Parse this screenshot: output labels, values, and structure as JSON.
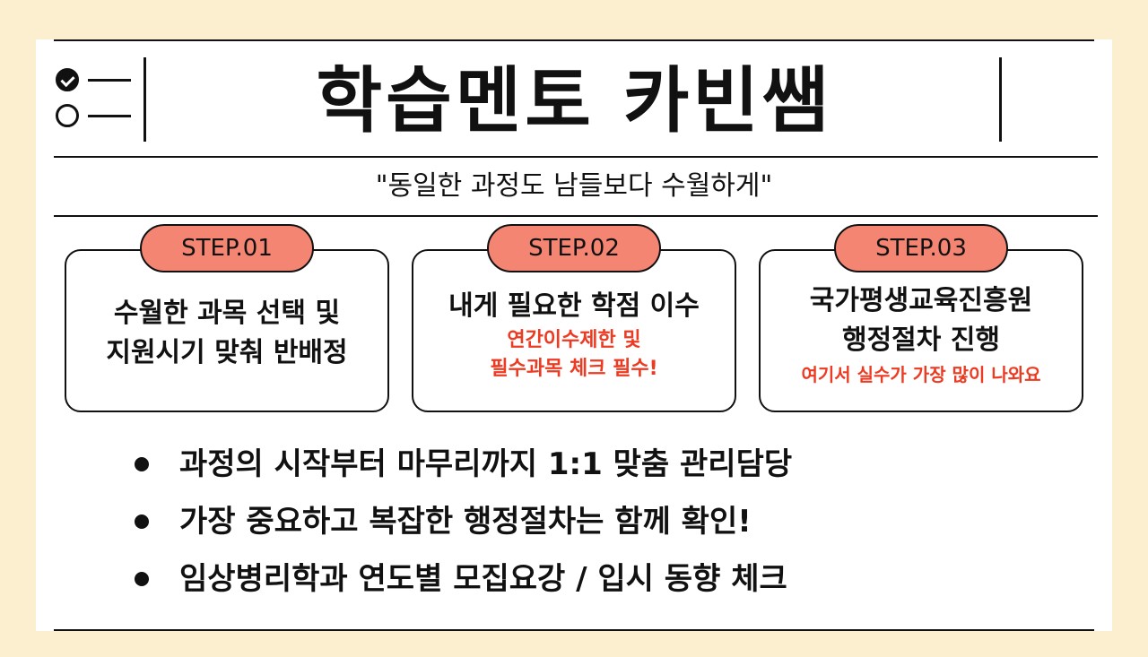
{
  "title": "학습멘토 카빈쌤",
  "subtitle": "\"동일한 과정도 남들보다 수월하게\"",
  "steps": [
    {
      "label": "STEP.01",
      "lines": [
        "수월한 과목 선택 및",
        "지원시기 맞춰 반배정"
      ],
      "notes": []
    },
    {
      "label": "STEP.02",
      "lines": [
        "내게 필요한 학점 이수"
      ],
      "notes": [
        "연간이수제한 및",
        "필수과목 체크 필수!"
      ]
    },
    {
      "label": "STEP.03",
      "lines": [
        "국가평생교육진흥원",
        "행정절차 진행"
      ],
      "notes": [
        "여기서 실수가 가장 많이 나와요"
      ]
    }
  ],
  "bullets": [
    "과정의 시작부터 마무리까지 1:1 맞춤 관리담당",
    "가장 중요하고 복잡한 행정절차는 함께 확인!",
    "임상병리학과 연도별 모집요강 / 입시 동향 체크"
  ],
  "colors": {
    "background": "#fbefcf",
    "pill": "#f48573",
    "note_text": "#ec3b22"
  }
}
